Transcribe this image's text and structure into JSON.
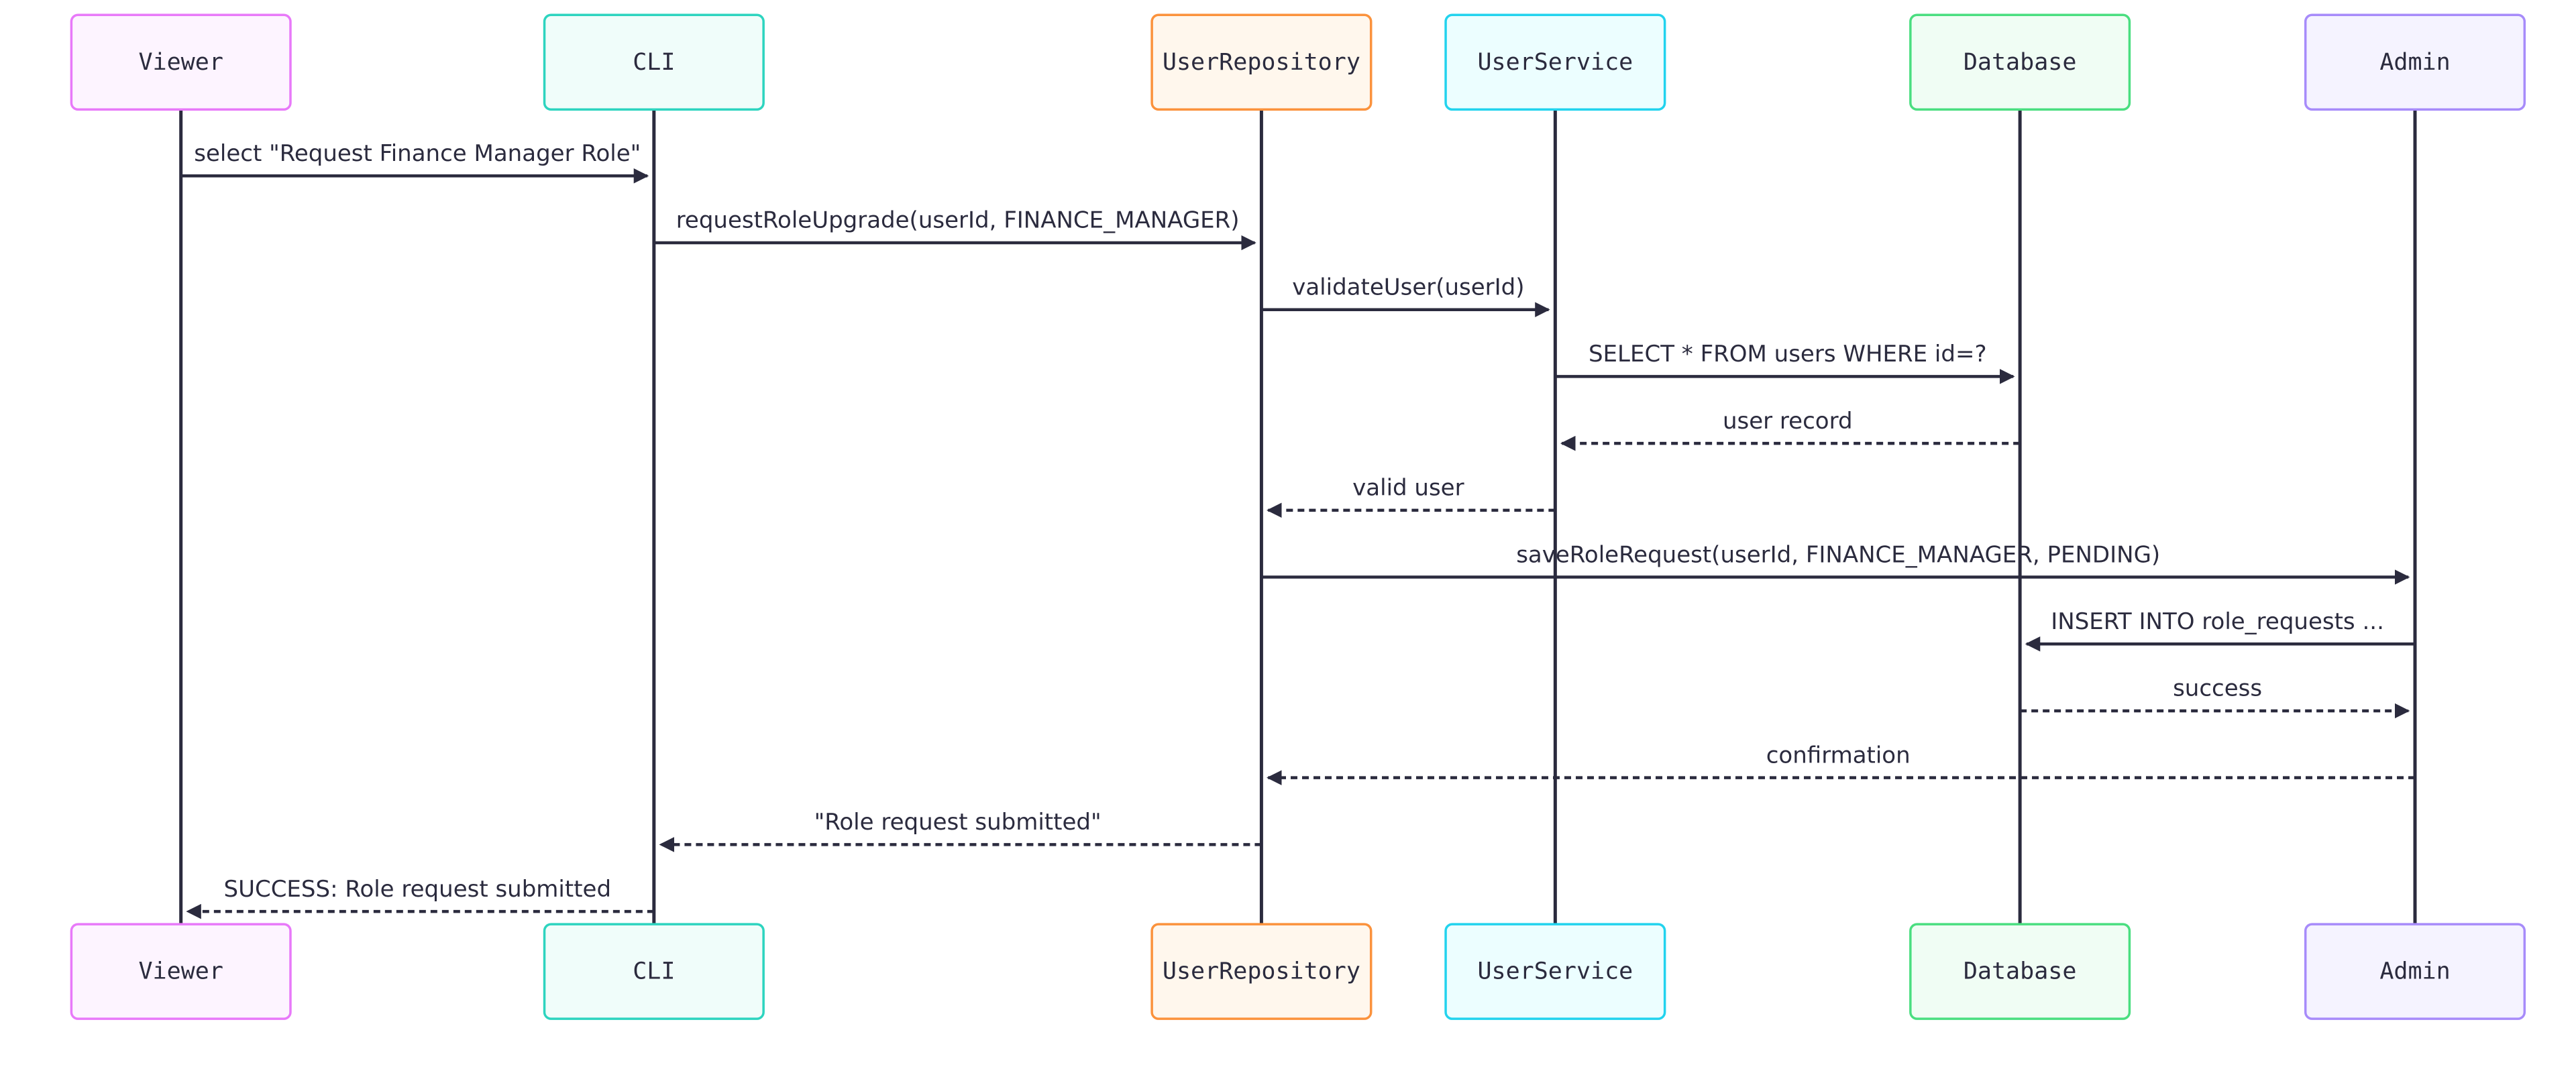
{
  "actors": [
    {
      "id": "viewer",
      "name": "Viewer",
      "stroke": "#e879f9",
      "fill": "#fdf4ff"
    },
    {
      "id": "cli",
      "name": "CLI",
      "stroke": "#2dd4bf",
      "fill": "#f0fdfa"
    },
    {
      "id": "userrepository",
      "name": "UserRepository",
      "stroke": "#fb923c",
      "fill": "#fff7ed"
    },
    {
      "id": "userservice",
      "name": "UserService",
      "stroke": "#22d3ee",
      "fill": "#ecfeff"
    },
    {
      "id": "database",
      "name": "Database",
      "stroke": "#4ade80",
      "fill": "#f0fdf4"
    },
    {
      "id": "admin",
      "name": "Admin",
      "stroke": "#a78bfa",
      "fill": "#f5f3ff"
    }
  ],
  "messages": [
    {
      "from": "viewer",
      "to": "cli",
      "label": "select \"Request Finance Manager Role\"",
      "style": "solid"
    },
    {
      "from": "cli",
      "to": "userrepository",
      "label": "requestRoleUpgrade(userId, FINANCE_MANAGER)",
      "style": "solid"
    },
    {
      "from": "userrepository",
      "to": "userservice",
      "label": "validateUser(userId)",
      "style": "solid"
    },
    {
      "from": "userservice",
      "to": "database",
      "label": "SELECT * FROM users WHERE id=?",
      "style": "solid"
    },
    {
      "from": "database",
      "to": "userservice",
      "label": "user record",
      "style": "dashed"
    },
    {
      "from": "userservice",
      "to": "userrepository",
      "label": "valid user",
      "style": "dashed"
    },
    {
      "from": "userrepository",
      "to": "admin",
      "label": "saveRoleRequest(userId, FINANCE_MANAGER, PENDING)",
      "style": "solid"
    },
    {
      "from": "admin",
      "to": "database",
      "label": "INSERT INTO role_requests ...",
      "style": "solid"
    },
    {
      "from": "database",
      "to": "admin",
      "label": "success",
      "style": "dashed"
    },
    {
      "from": "admin",
      "to": "userrepository",
      "label": "confirmation",
      "style": "dashed"
    },
    {
      "from": "userrepository",
      "to": "cli",
      "label": "\"Role request submitted\"",
      "style": "dashed"
    },
    {
      "from": "cli",
      "to": "viewer",
      "label": "SUCCESS: Role request submitted",
      "style": "dashed"
    }
  ]
}
